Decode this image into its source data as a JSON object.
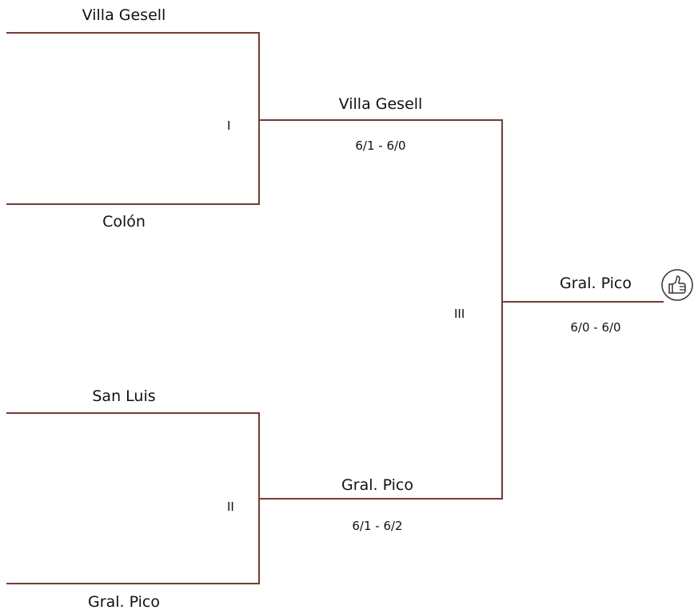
{
  "colors": {
    "line": "#7a3b33"
  },
  "round1": {
    "match1": {
      "label": "I",
      "team_top": "Villa Gesell",
      "team_bottom": "Colón"
    },
    "match2": {
      "label": "II",
      "team_top": "San Luis",
      "team_bottom": "Gral. Pico"
    }
  },
  "semis": {
    "top": {
      "winner": "Villa Gesell",
      "score": "6/1 - 6/0"
    },
    "bottom": {
      "winner": "Gral. Pico",
      "score": "6/1 - 6/2"
    }
  },
  "final": {
    "label": "III",
    "winner": "Gral. Pico",
    "score": "6/0 - 6/0",
    "icon": "thumbs-up-icon"
  }
}
